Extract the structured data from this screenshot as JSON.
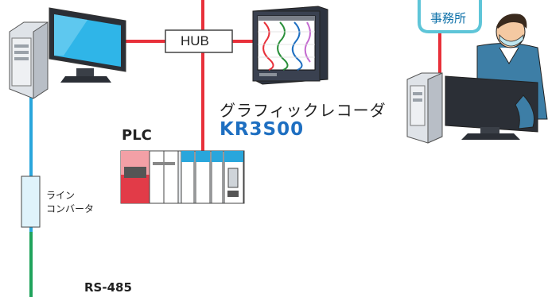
{
  "hub": {
    "label": "HUB"
  },
  "office": {
    "label": "事務所"
  },
  "recorder": {
    "name": "グラフィックレコーダ",
    "model": "KR3S00"
  },
  "plc": {
    "label": "PLC"
  },
  "line_converter": {
    "line1": "ライン",
    "line2": "コンバータ"
  },
  "rs485": {
    "label": "RS-485"
  },
  "colors": {
    "ethernet_line": "#e8303a",
    "blue_line": "#29a6dc",
    "green_line": "#1fa35c",
    "model_text": "#1e6fc1",
    "office_frame": "#5ec5d8",
    "converter_fill": "#dff3fb"
  }
}
